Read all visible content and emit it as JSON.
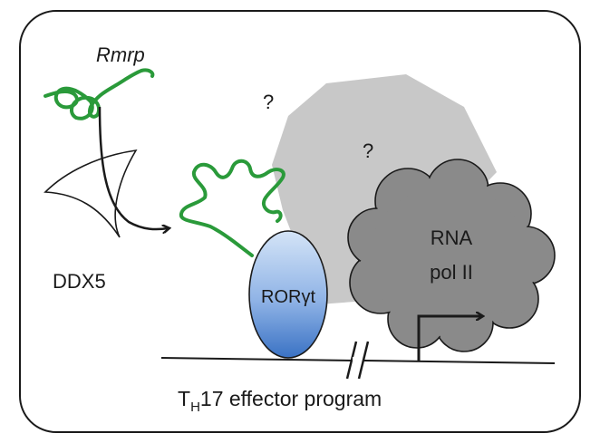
{
  "labels": {
    "rna_name": "Rmrp",
    "helicase": "DDX5",
    "question_1": "?",
    "question_2": "?",
    "receptor": "RORγt",
    "polymerase_line1": "RNA",
    "polymerase_line2": "pol II",
    "program_prefix": "T",
    "program_subscript": "H",
    "program_suffix": "17 effector program"
  },
  "colors": {
    "rna_strand": "#2a9a3a",
    "unknown_factor": "#c8c8c8",
    "polymerase": "#8a8a8a",
    "receptor_top": "#cfe0f5",
    "receptor_bottom": "#3a72c4",
    "outline": "#1a1a1a"
  }
}
